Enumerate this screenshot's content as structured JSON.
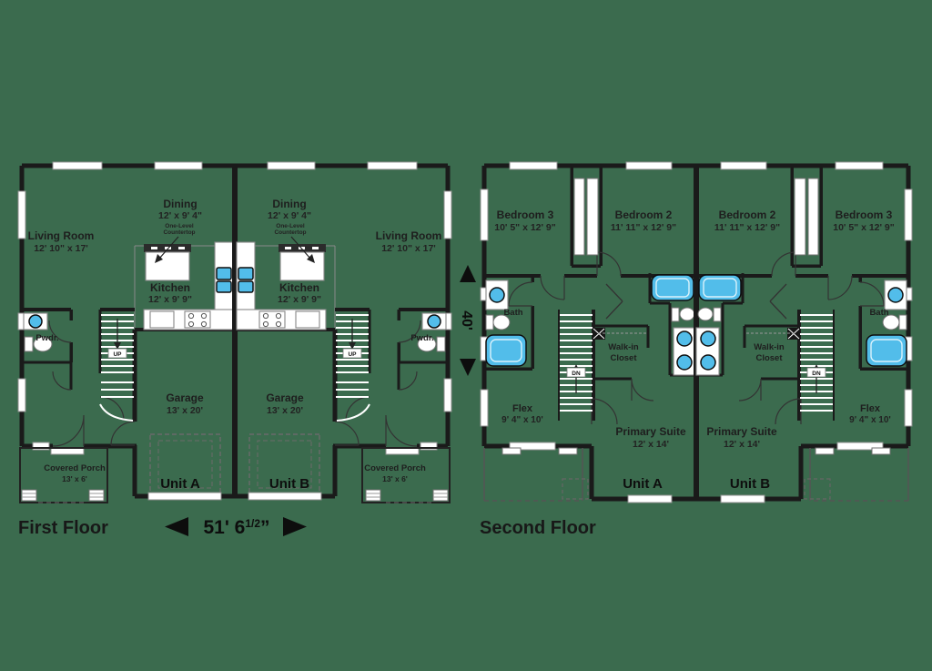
{
  "image": {
    "background": "#3b6b4e"
  },
  "palette": {
    "wall": "#1a1a1a",
    "fixture_blue": "#52bdea",
    "line_gray": "#8a8a8a",
    "fill_white": "#ffffff",
    "text": "#1e1e1e"
  },
  "floors": {
    "first": {
      "title": "First Floor",
      "width_dim": {
        "main": "51' 6",
        "sup": "1/2",
        "unit": "”"
      },
      "rooms": {
        "living": {
          "name": "Living Room",
          "dims": "12' 10\" x 17'"
        },
        "dining": {
          "name": "Dining",
          "dims": "12' x 9' 4\""
        },
        "kitchen": {
          "name": "Kitchen",
          "dims": "12' x 9' 9\""
        },
        "garage": {
          "name": "Garage",
          "dims": "13' x 20'"
        },
        "porch": {
          "name": "Covered Porch",
          "dims": "13' x 6'"
        },
        "pwdr": {
          "name": "Pwdr."
        },
        "stairs": {
          "label": "UP"
        },
        "countertop_note": {
          "line1": "One-Level",
          "line2": "Countertop"
        }
      },
      "units": {
        "a": "Unit A",
        "b": "Unit B"
      }
    },
    "second": {
      "title": "Second Floor",
      "height_dim": "40'",
      "rooms": {
        "bedroom2": {
          "name": "Bedroom 2",
          "dims": "11' 11\" x 12' 9\""
        },
        "bedroom3": {
          "name": "Bedroom 3",
          "dims": "10' 5\" x 12' 9\""
        },
        "bath": {
          "name": "Bath"
        },
        "flex": {
          "name": "Flex",
          "dims": "9' 4\" x 10'"
        },
        "wic": {
          "line1": "Walk-in",
          "line2": "Closet"
        },
        "primary": {
          "name": "Primary Suite",
          "dims": "12' x 14'"
        },
        "stairs": {
          "label": "DN"
        }
      },
      "units": {
        "a": "Unit A",
        "b": "Unit B"
      }
    }
  }
}
